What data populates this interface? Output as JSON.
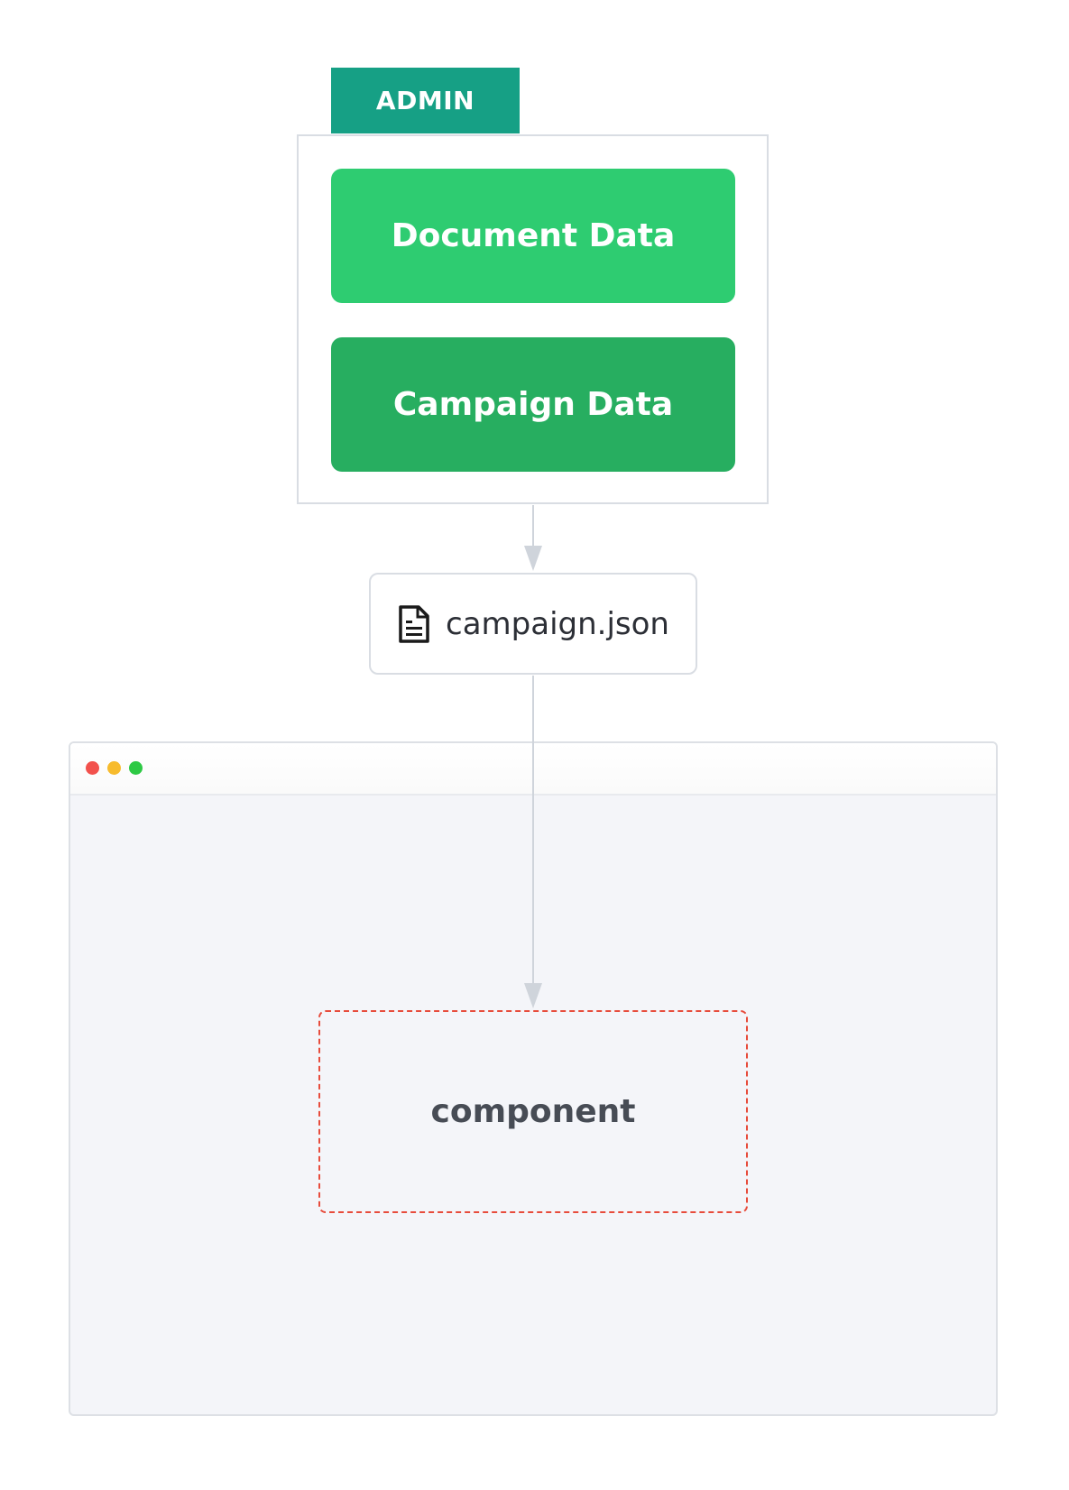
{
  "admin": {
    "label": "ADMIN",
    "blocks": [
      {
        "label": "Document Data",
        "color": "#2ecc71"
      },
      {
        "label": "Campaign Data",
        "color": "#27ae60"
      }
    ],
    "tab_color": "#16a085"
  },
  "file": {
    "label": "campaign.json",
    "icon": "document-icon"
  },
  "browser": {
    "window_dots": [
      "#f2514c",
      "#f7bb2d",
      "#2dc944"
    ],
    "component_label": "component",
    "component_border_color": "#e74c3c"
  },
  "edges": [
    {
      "from": "ADMIN",
      "to": "campaign.json"
    },
    {
      "from": "campaign.json",
      "to": "component"
    }
  ]
}
